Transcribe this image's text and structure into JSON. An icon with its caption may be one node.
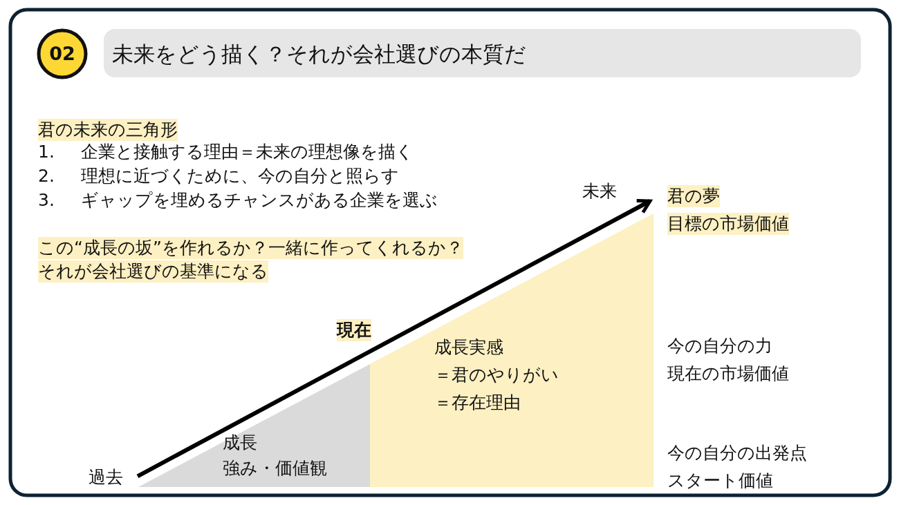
{
  "diagram": {
    "title": "未来をどう描く？それが会社選びの本質だ",
    "nodes": [
      {
        "text": [
          "過去"
        ]
      },
      {
        "text": [
          "未来"
        ]
      }
    ],
    "edges": [
      {
        "from": 0,
        "to": 1,
        "arrow": "to"
      }
    ],
    "labels": [
      "02",
      "君の未来の三角形",
      "1. 企業と接触する理由＝未来の理想像を描く",
      "2. 理想に近づくために、今の自分と照らす",
      "3. ギャップを埋めるチャンスがある企業を選ぶ",
      "この“成長の坂”を作れるか？一緒に作ってくれるか？",
      "それが会社選びの基準になる",
      "君の夢",
      "目標の市場価値",
      "現在",
      "成長実感",
      "＝君のやりがい",
      "＝存在理由",
      "今の自分の力",
      "現在の市場価値",
      "成長",
      "強み・価値観",
      "今の自分の出発点",
      "スタート価値"
    ]
  }
}
